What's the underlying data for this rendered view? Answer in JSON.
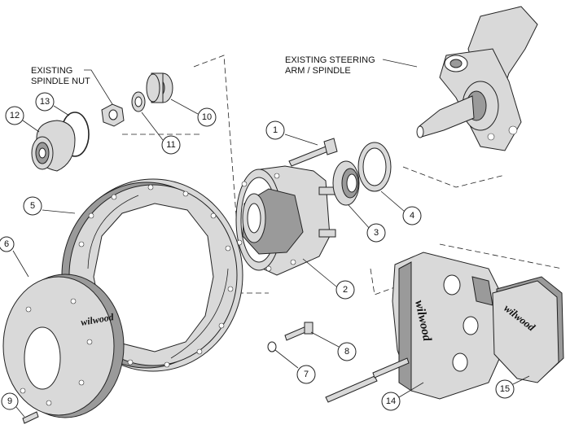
{
  "labels": {
    "spindle_nut": [
      "EXISTING",
      "SPINDLE NUT"
    ],
    "steering_arm": [
      "EXISTING STEERING",
      "ARM / SPINDLE"
    ]
  },
  "callouts": [
    "1",
    "2",
    "3",
    "4",
    "5",
    "6",
    "7",
    "8",
    "9",
    "10",
    "11",
    "12",
    "13",
    "14",
    "15"
  ],
  "brand_text": "wilwood",
  "colors": {
    "line": "#222222",
    "part_fill": "#d9d9d9",
    "shadow": "#9a9a9a",
    "background": "#ffffff"
  }
}
